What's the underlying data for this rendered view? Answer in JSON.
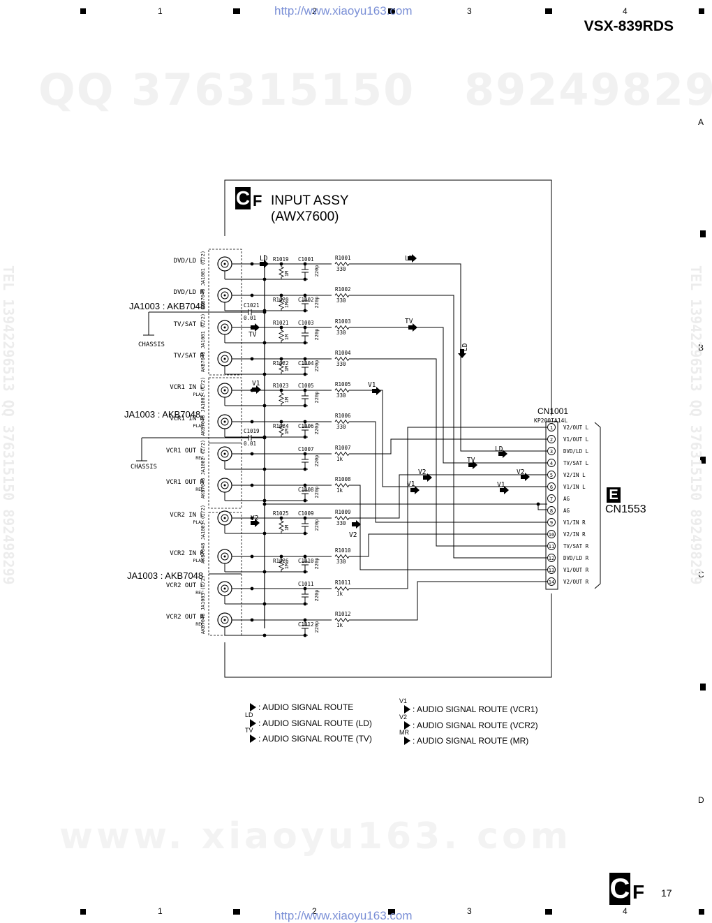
{
  "header": {
    "model": "VSX-839RDS",
    "url_top": "http://www.xiaoyu163.com",
    "url_bottom": "http://www.xiaoyu163.com",
    "grid_numbers": [
      "1",
      "2",
      "3",
      "4"
    ],
    "grid_letters": [
      "A",
      "B",
      "C",
      "D"
    ]
  },
  "watermarks": {
    "qq_line": "QQ 376315150   892498299",
    "site": "www. xiaoyu163. com",
    "side": "TEL 13942296513 QQ 376315150 892498299"
  },
  "assy": {
    "badge": "C",
    "badge_suffix": "F",
    "title": "INPUT ASSY",
    "subtitle": "(AWX7600)"
  },
  "jacks": [
    {
      "label": "DVD/LD L",
      "sub": ""
    },
    {
      "label": "DVD/LD R",
      "sub": ""
    },
    {
      "label": "TV/SAT L",
      "sub": ""
    },
    {
      "label": "TV/SAT R",
      "sub": ""
    },
    {
      "label": "VCR1 IN L",
      "sub": "PLAY"
    },
    {
      "label": "VCR1 IN R",
      "sub": "PLAY"
    },
    {
      "label": "VCR1 OUT L",
      "sub": "REC"
    },
    {
      "label": "VCR1 OUT R",
      "sub": "REC"
    },
    {
      "label": "VCR2 IN L",
      "sub": "PLAY"
    },
    {
      "label": "VCR2 IN R",
      "sub": "PLAY"
    },
    {
      "label": "VCR2 OUT L",
      "sub": "REC"
    },
    {
      "label": "VCR2 OUT R",
      "sub": "REC"
    }
  ],
  "jack_groups": [
    {
      "part": "JA1003 : AKB7048",
      "blocks": [
        "AKB7048 JA1001 (1/2)",
        "AKB7048 JA1001 (2/2)"
      ]
    },
    {
      "part": "JA1003 : AKB7048",
      "blocks": [
        "AKB7048 JA1002 (1/2)",
        "AKB7048 JA1002 (2/2)"
      ]
    },
    {
      "part": "JA1003 : AKB7048",
      "blocks": [
        "AKB7048 JA1003 (1/2)",
        "AKB7048 JA1003 (2/2)"
      ]
    }
  ],
  "chassis_label": "CHASSIS",
  "caps_gnd": [
    {
      "name": "C1021",
      "value": "0.01"
    },
    {
      "name": "C1019",
      "value": "0.01"
    }
  ],
  "channels": [
    {
      "r_shunt": "R1019",
      "r_shunt_val": "1M",
      "cap": "C1001",
      "cap_val": "220p",
      "r_series": "R1001",
      "r_series_val": "330"
    },
    {
      "r_shunt": "R1020",
      "r_shunt_val": "1M",
      "cap": "C1002",
      "cap_val": "220p",
      "r_series": "R1002",
      "r_series_val": "330"
    },
    {
      "r_shunt": "R1021",
      "r_shunt_val": "1M",
      "cap": "C1003",
      "cap_val": "220p",
      "r_series": "R1003",
      "r_series_val": "330"
    },
    {
      "r_shunt": "R1022",
      "r_shunt_val": "1M",
      "cap": "C1004",
      "cap_val": "220p",
      "r_series": "R1004",
      "r_series_val": "330"
    },
    {
      "r_shunt": "R1023",
      "r_shunt_val": "1M",
      "cap": "C1005",
      "cap_val": "220p",
      "r_series": "R1005",
      "r_series_val": "330"
    },
    {
      "r_shunt": "R1024",
      "r_shunt_val": "1M",
      "cap": "C1006",
      "cap_val": "220p",
      "r_series": "R1006",
      "r_series_val": "330"
    },
    {
      "r_shunt": "",
      "r_shunt_val": "",
      "cap": "C1007",
      "cap_val": "220p",
      "r_series": "R1007",
      "r_series_val": "1k"
    },
    {
      "r_shunt": "",
      "r_shunt_val": "",
      "cap": "C1008",
      "cap_val": "220p",
      "r_series": "R1008",
      "r_series_val": "1k"
    },
    {
      "r_shunt": "R1025",
      "r_shunt_val": "1M",
      "cap": "C1009",
      "cap_val": "220p",
      "r_series": "R1009",
      "r_series_val": "330"
    },
    {
      "r_shunt": "R1026",
      "r_shunt_val": "1M",
      "cap": "C1010",
      "cap_val": "220p",
      "r_series": "R1010",
      "r_series_val": "330"
    },
    {
      "r_shunt": "",
      "r_shunt_val": "",
      "cap": "C1011",
      "cap_val": "220p",
      "r_series": "R1011",
      "r_series_val": "1k"
    },
    {
      "r_shunt": "",
      "r_shunt_val": "",
      "cap": "C1012",
      "cap_val": "220p",
      "r_series": "R1012",
      "r_series_val": "1k"
    }
  ],
  "route_tags": [
    "LD",
    "LD",
    "TV",
    "TV",
    "V1",
    "V1",
    "V2",
    "V2",
    "LD",
    "TV",
    "V2",
    "V1",
    "V1"
  ],
  "connector": {
    "name": "CN1001",
    "part": "KP200TA14L",
    "target_badge": "E",
    "target_name": "CN1553",
    "pins": [
      {
        "num": "1",
        "label": "V2/OUT L"
      },
      {
        "num": "2",
        "label": "V1/OUT L"
      },
      {
        "num": "3",
        "label": "DVD/LD L"
      },
      {
        "num": "4",
        "label": "TV/SAT L"
      },
      {
        "num": "5",
        "label": "V2/IN L"
      },
      {
        "num": "6",
        "label": "V1/IN L"
      },
      {
        "num": "7",
        "label": "AG"
      },
      {
        "num": "8",
        "label": "AG"
      },
      {
        "num": "9",
        "label": "V1/IN R"
      },
      {
        "num": "10",
        "label": "V2/IN R"
      },
      {
        "num": "11",
        "label": "TV/SAT R"
      },
      {
        "num": "12",
        "label": "DVD/LD R"
      },
      {
        "num": "13",
        "label": "V1/OUT R"
      },
      {
        "num": "14",
        "label": "V2/OUT R"
      }
    ]
  },
  "legend": {
    "left": [
      {
        "tag": "",
        "text": ": AUDIO SIGNAL ROUTE"
      },
      {
        "tag": "LD",
        "text": ": AUDIO SIGNAL ROUTE (LD)"
      },
      {
        "tag": "TV",
        "text": ": AUDIO SIGNAL ROUTE (TV)"
      }
    ],
    "right": [
      {
        "tag": "V1",
        "text": ": AUDIO SIGNAL ROUTE (VCR1)"
      },
      {
        "tag": "V2",
        "text": ": AUDIO SIGNAL ROUTE (VCR2)"
      },
      {
        "tag": "MR",
        "text": ": AUDIO SIGNAL ROUTE (MR)"
      }
    ]
  },
  "footer": {
    "badge": "C",
    "badge_suffix": "F",
    "page": "17"
  }
}
